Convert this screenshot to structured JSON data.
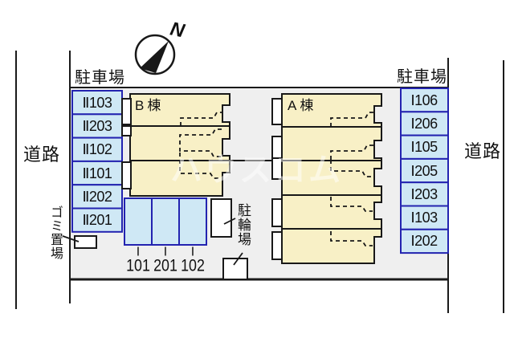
{
  "plan": {
    "watermark": "ハウスコム",
    "compass": {
      "north_label": "N"
    },
    "roads": {
      "left": "道路",
      "right": "道路"
    },
    "parking_headers": {
      "left": "駐車場",
      "right": "駐車場"
    },
    "facilities": {
      "garbage": "ゴミ置場",
      "bicycle": "駐輪場"
    },
    "buildings": {
      "b": "B棟",
      "a": "A棟"
    }
  },
  "parking_left": {
    "spaces": [
      "Ⅱ103",
      "Ⅱ203",
      "Ⅱ102",
      "Ⅱ101",
      "Ⅱ202",
      "Ⅱ201"
    ]
  },
  "parking_right": {
    "spaces": [
      "Ⅰ106",
      "Ⅰ206",
      "Ⅰ105",
      "Ⅰ205",
      "Ⅰ203",
      "Ⅰ103",
      "Ⅰ202"
    ]
  },
  "parking_bottom": {
    "spaces": [
      {
        "tick": "Ⅰ",
        "number": "101"
      },
      {
        "tick": "Ⅰ",
        "number": "201"
      },
      {
        "tick": "Ⅰ",
        "number": "102"
      }
    ]
  },
  "colors": {
    "parking_fill": "#cfe8f5",
    "parking_border": "#2323b0",
    "building_fill": "#f8f0c6",
    "site_fill": "#efefef",
    "line": "#1a1a1a"
  }
}
